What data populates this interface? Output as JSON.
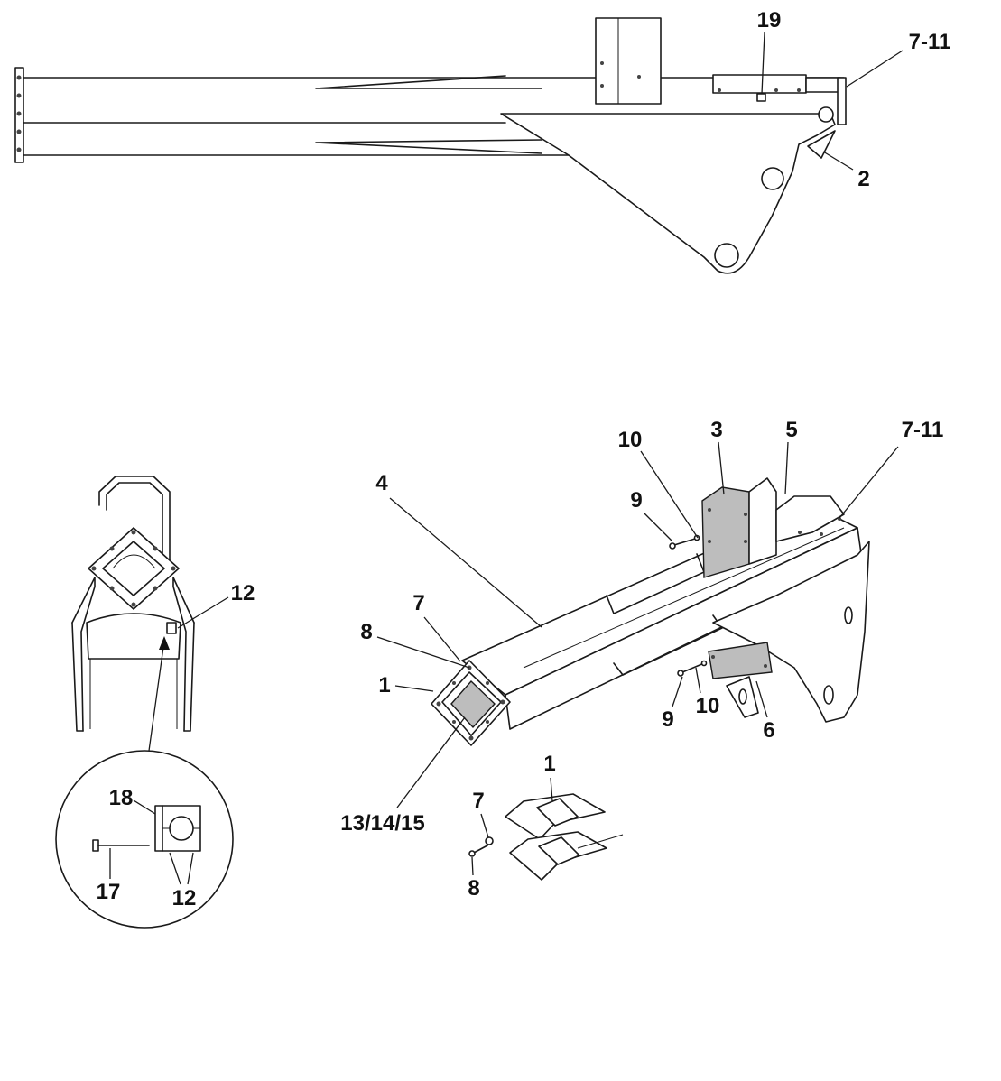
{
  "callouts": {
    "top_19": "19",
    "top_7_11": "7-11",
    "top_2": "2",
    "iso_10_top": "10",
    "iso_3": "3",
    "iso_5": "5",
    "iso_7_11": "7-11",
    "iso_9_top": "9",
    "iso_4": "4",
    "iso_7": "7",
    "iso_8": "8",
    "iso_1": "1",
    "iso_9_bottom": "9",
    "iso_10_bottom": "10",
    "iso_6": "6",
    "iso_13_14_15": "13/14/15",
    "end_12": "12",
    "detail_18": "18",
    "detail_17": "17",
    "detail_12": "12",
    "exploded_1": "1",
    "exploded_7": "7",
    "exploded_8": "8"
  }
}
